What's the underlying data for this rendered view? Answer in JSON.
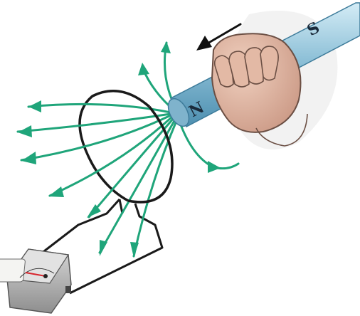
{
  "magnet": {
    "north_label": "N",
    "south_label": "S",
    "body_color": "#8fc1d8",
    "highlight_color": "#d4ecf6",
    "shadow_color": "#4d8fb0"
  },
  "field_lines": {
    "color": "#1fa57a"
  },
  "coil": {
    "color": "#1a1a1a"
  },
  "motion_arrow": {
    "direction": "toward coil",
    "color": "#111111"
  },
  "hand": {
    "skin_color": "#e3b9a5",
    "outline_color": "#6b4f44"
  },
  "galvanometer": {
    "case_color": "#b7b7b7",
    "face_color": "#f4f4f2",
    "needle_color": "#d8262e"
  }
}
